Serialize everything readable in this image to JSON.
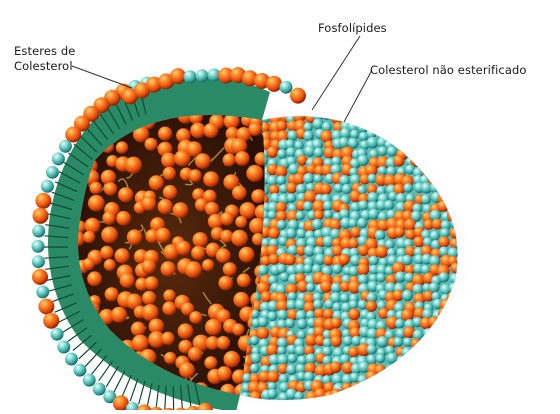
{
  "labels": {
    "esteres_line1": "Esteres de",
    "esteres_line2": "Colesterol",
    "fosfolipides": "Fosfolípides",
    "colesterol_nao_esterificado": "Colesterol não esterificado"
  },
  "colors": {
    "core_orange": "#e85a10",
    "core_highlight": "#ffb347",
    "shell_teal": "#3fb7b0",
    "shell_highlight": "#bff2ee",
    "membrane_green": "#1f7a5a",
    "cut_face_dark": "#3a1a08",
    "leader_line": "#333333"
  }
}
